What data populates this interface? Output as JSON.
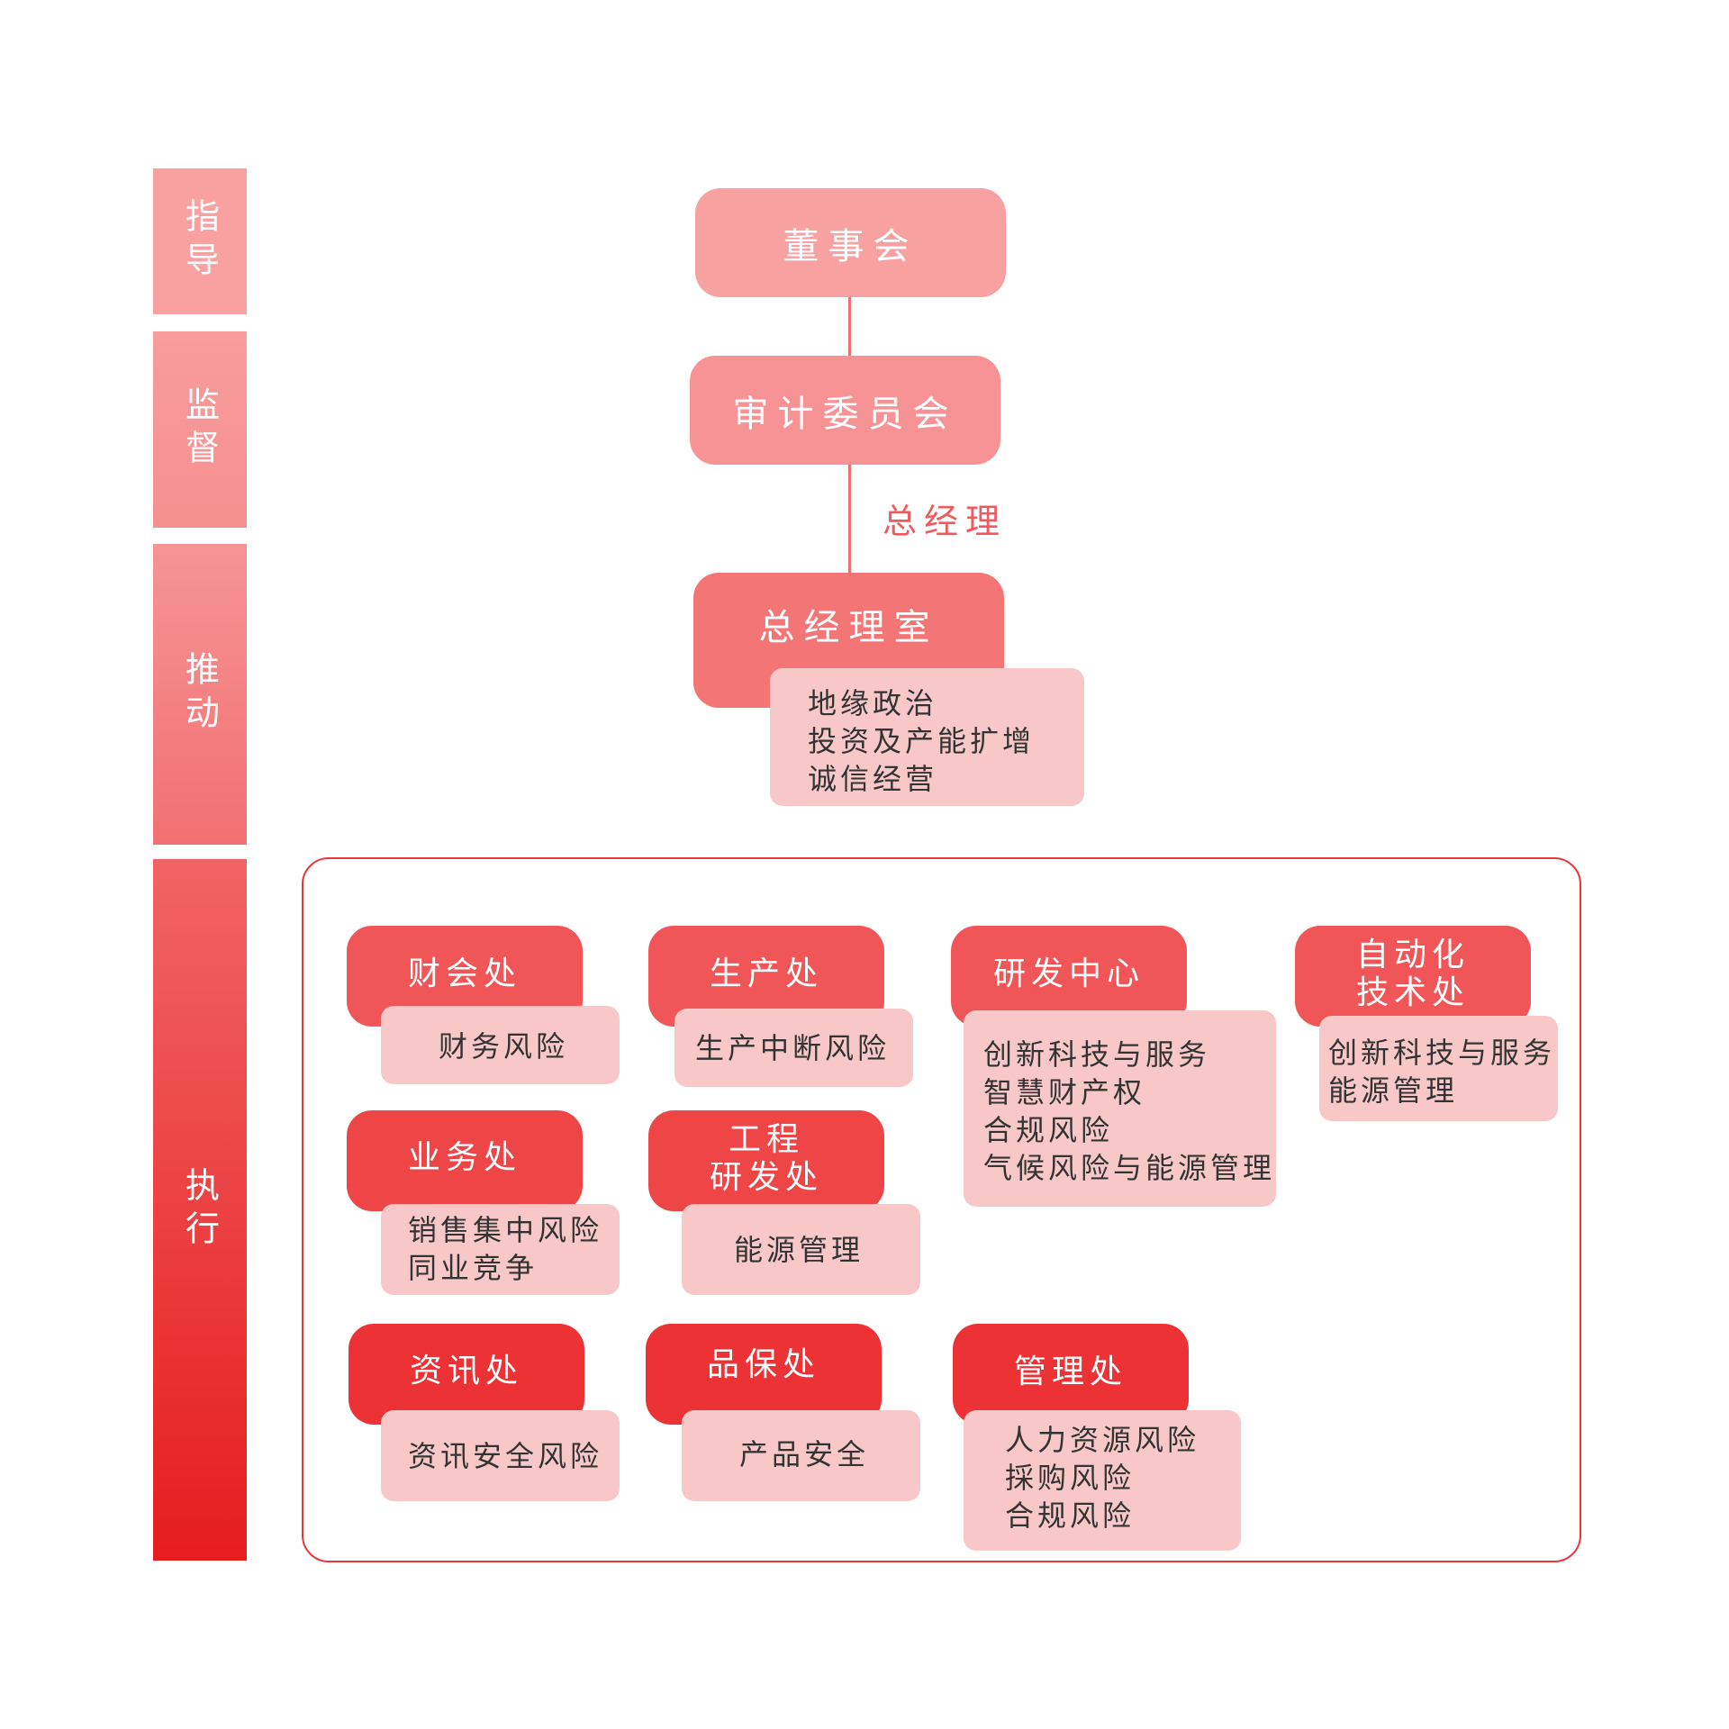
{
  "stages": {
    "guide": "指导",
    "supervise": "监督",
    "drive": "推动",
    "execute": "执行"
  },
  "top": {
    "board": "董事会",
    "audit": "审计委员会",
    "gm_label": "总经理",
    "gm_office": "总经理室",
    "gm_items": [
      "地缘政治",
      "投资及产能扩增",
      "诚信经营"
    ]
  },
  "departments": [
    {
      "name": [
        "财会处"
      ],
      "items": [
        "财务风险"
      ]
    },
    {
      "name": [
        "生产处"
      ],
      "items": [
        "生产中断风险"
      ]
    },
    {
      "name": [
        "研发中心"
      ],
      "items": [
        "创新科技与服务",
        "智慧财产权",
        "合规风险",
        "气候风险与能源管理"
      ]
    },
    {
      "name": [
        "自动化",
        "技术处"
      ],
      "items": [
        "创新科技与服务",
        "能源管理"
      ]
    },
    {
      "name": [
        "业务处"
      ],
      "items": [
        "销售集中风险",
        "同业竞争"
      ]
    },
    {
      "name": [
        "工程",
        "研发处"
      ],
      "items": [
        "能源管理"
      ]
    },
    {
      "name": [
        "资讯处"
      ],
      "items": [
        "资讯安全风险"
      ]
    },
    {
      "name": [
        "品保处"
      ],
      "items": [
        "产品安全"
      ]
    },
    {
      "name": [
        "管理处"
      ],
      "items": [
        "人力资源风险",
        "採购风险",
        "合规风险"
      ]
    }
  ],
  "colors": {
    "accent": "#e61d1e",
    "frame": "#e8373b",
    "tag_bg": "#f8c8c9",
    "tag_text": "#333333"
  }
}
